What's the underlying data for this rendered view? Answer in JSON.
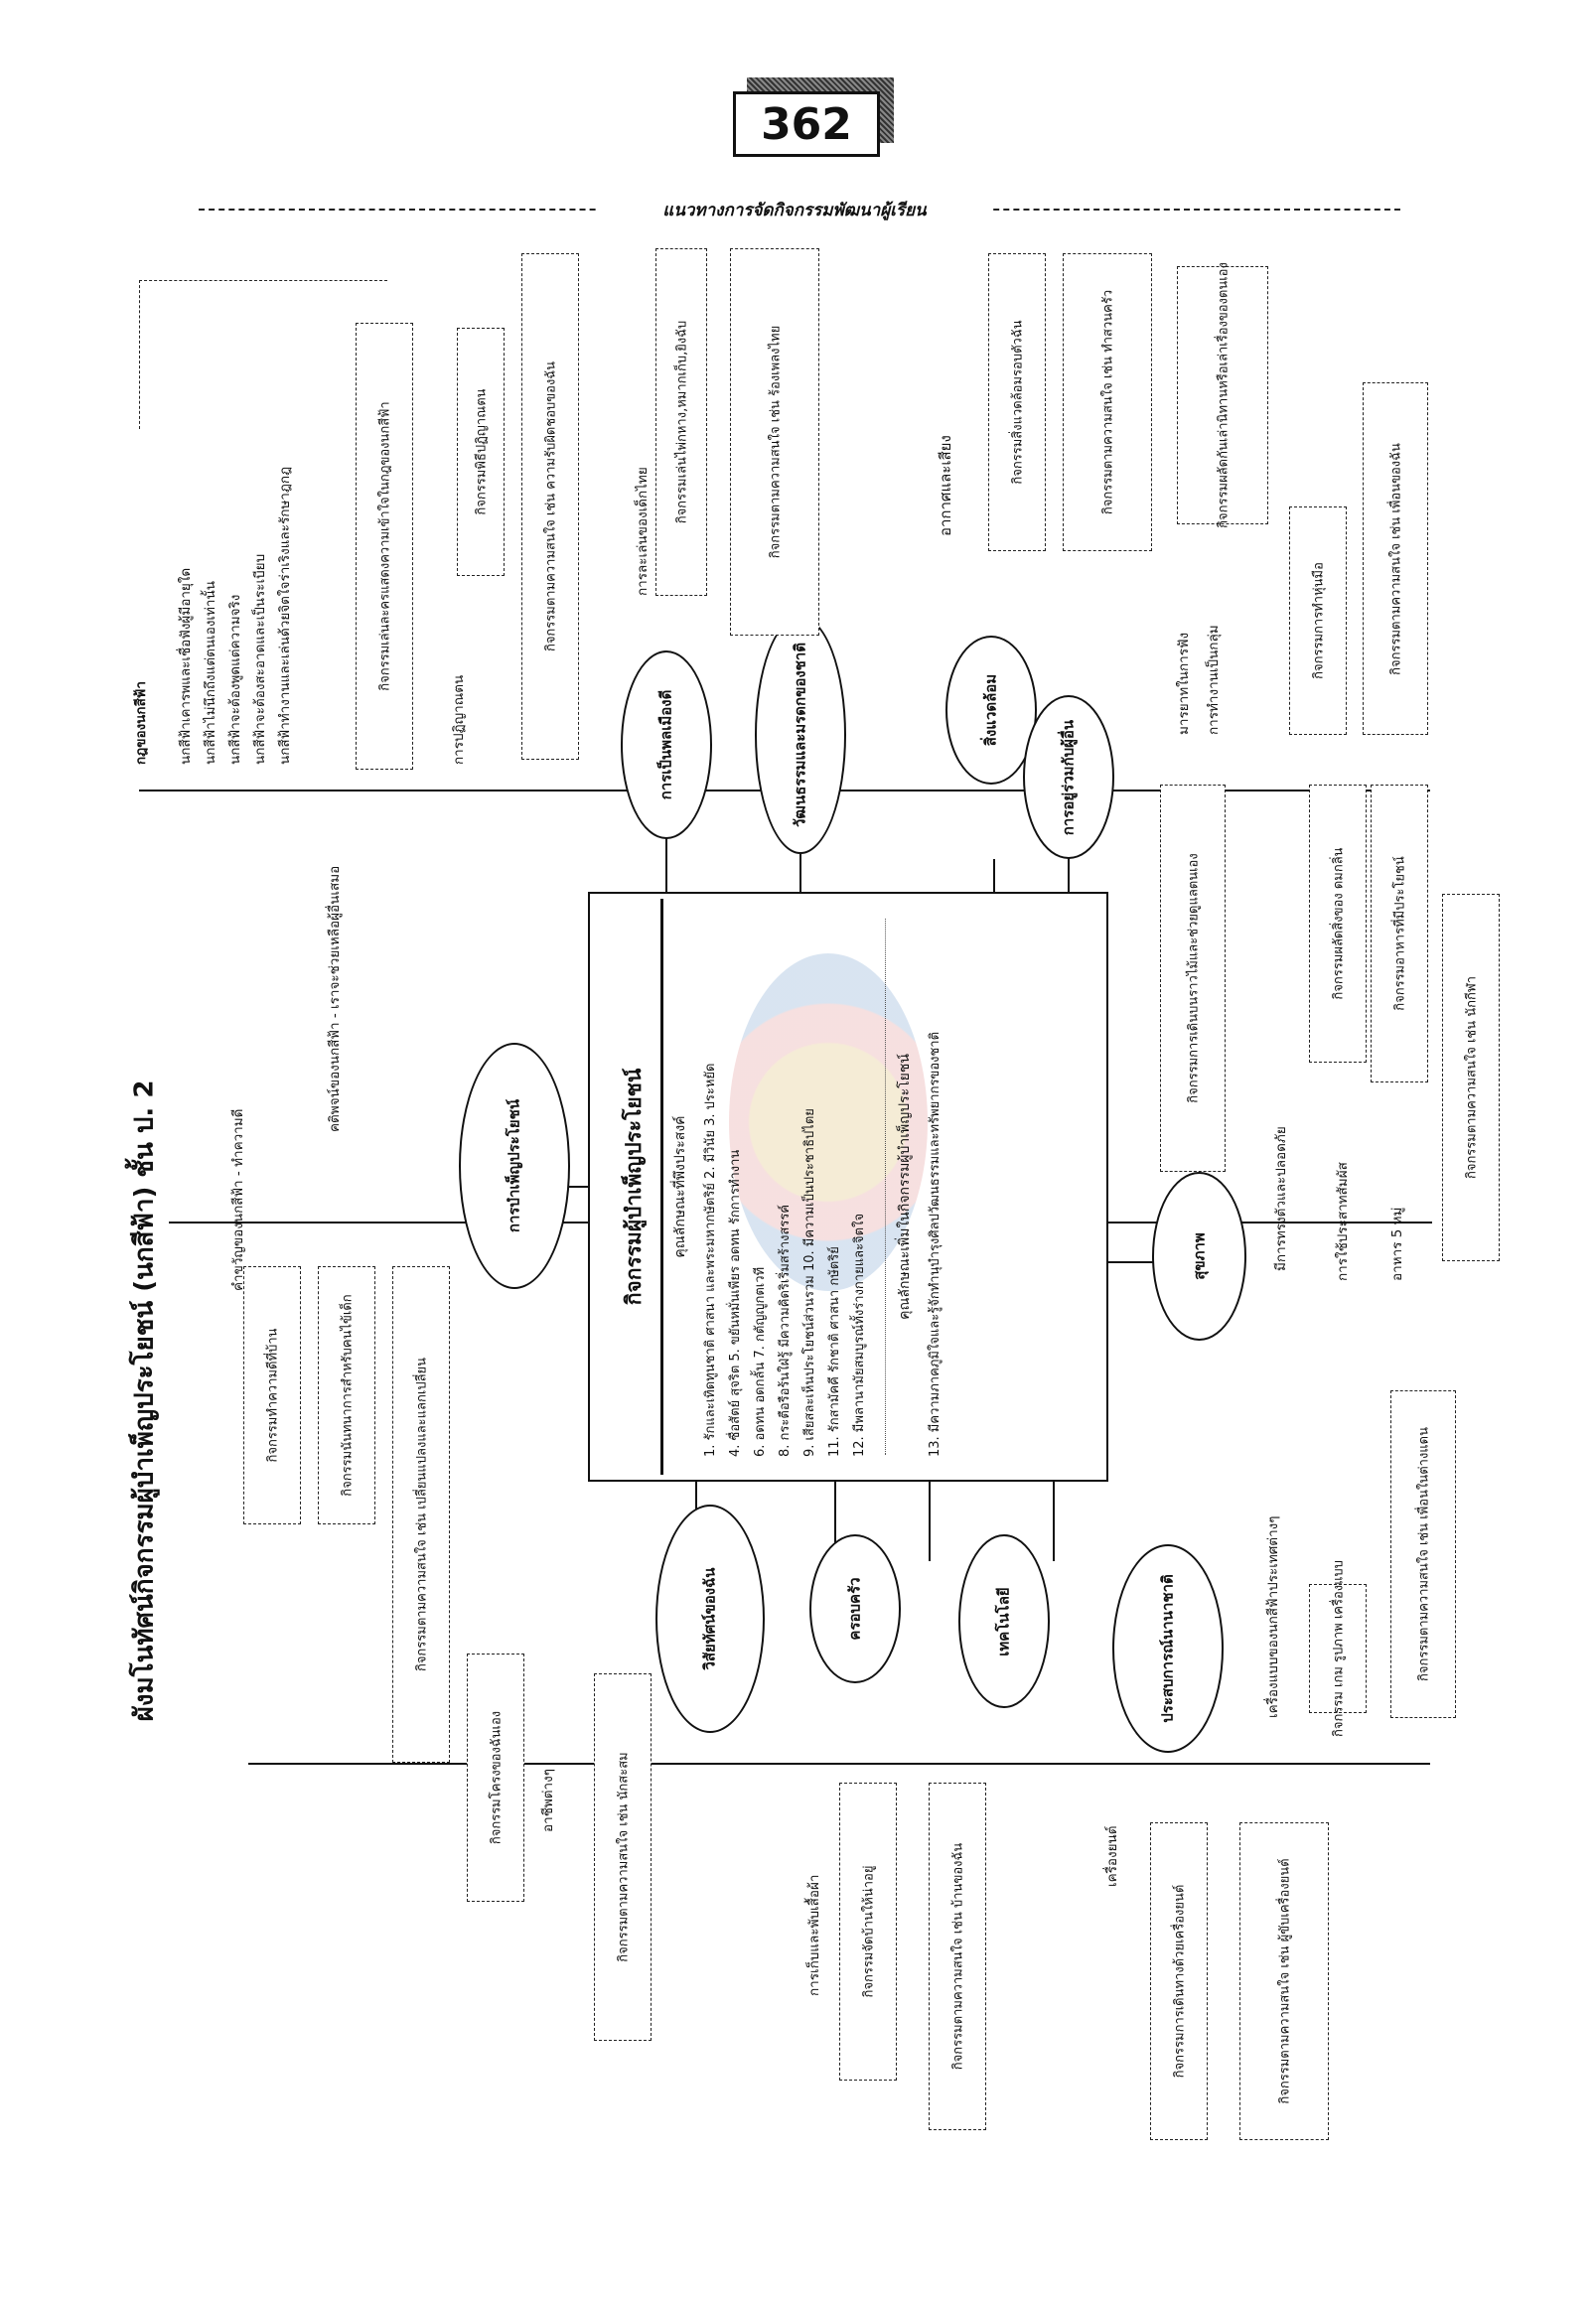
{
  "page_number": "362",
  "header_title": "แนวทางการจัดกิจกรรมพัฒนาผู้เรียน",
  "diagram_title": "ผังมโนทัศน์กิจกรรมผู้บำเพ็ญประโยชน์ (นกสีฟ้า) ชั้น ป. 2",
  "center": {
    "title": "กิจกรรมผู้บำเพ็ญประโยชน์",
    "subtitle1": "คุณลักษณะที่พึงประสงค์",
    "items": [
      "1. รักและเทิดทูนชาติ ศาสนา และพระมหากษัตริย์ 2. มีวินัย 3. ประหยัด",
      "4. ซื่อสัตย์ สุจริต 5. ขยันหมั่นเพียร อดทน รักการทำงาน",
      "6. อดทน อดกลั้น 7. กตัญญูกตเวที",
      "8. กระตือรือร้นใฝ่รู้ มีความคิดริเริ่มสร้างสรรค์",
      "9. เสียสละเห็นประโยชน์ส่วนรวม 10. มีความเป็นประชาธิปไตย",
      "11. รักสามัคคี รักชาติ ศาสนา กษัตริย์",
      "12. มีพลานามัยสมบูรณ์ทั้งร่างกายและจิตใจ"
    ],
    "subtitle2": "คุณลักษณะเพิ่มในกิจกรรมผู้บำเพ็ญประโยชน์",
    "item13": "13. มีความภาคภูมิใจและรู้จักทำนุบำรุงศิลปวัฒนธรรมและทรัพยากรของชาติ"
  },
  "topics": {
    "t1": "การบำเพ็ญประโยชน์",
    "t2": "การเป็นพลเมืองดี",
    "t3": "วัฒนธรรมและมรดกของชาติ",
    "t4": "สิ่งแวดล้อม",
    "t5": "การอยู่ร่วมกับผู้อื่น",
    "t6": "สุขภาพ",
    "t7": "ประสบการณ์นานาชาติ",
    "t8": "เทคโนโลยี",
    "t9": "ครอบครัว",
    "t10": "วิสัยทัศน์ของฉัน"
  },
  "labels": {
    "rules": "กฎของนกสีฟ้า",
    "rule1": "นกสีฟ้าเคารพและเชื่อฟังผู้มีอายุใด",
    "rule2": "นกสีฟ้าไม่นึกถึงแต่ตนเองเท่านั้น",
    "rule3": "นกสีฟ้าจะต้องพูดแต่ความจริง",
    "rule4": "นกสีฟ้าจะต้องสะอาดและเป็นระเบียบ",
    "rule5": "นกสีฟ้าทำงานและเล่นด้วยจิตใจร่าเริงและรักษาฎกฎ",
    "promise": "การปฏิญาณตน",
    "motto": "คำขวัญของนกสีฟ้า - ทำความดี",
    "principle": "คติพจน์ของนกสีฟ้า - เราจะช่วยเหลือผู้อื่นเสมอ",
    "children_play": "การละเล่นของเด็กไทย",
    "air_sound": "อากาศและเสียง",
    "listen": "มารยาทในการฟัง",
    "group": "การทำงานเป็นกลุ่ม",
    "accident": "มีการทรงตัวและปลอดภัย",
    "consumer": "การใช้ประสาทสัมผัส",
    "food5": "อาหาร 5 หมู่",
    "intl_instrument": "เครื่องแบบของนกสีฟ้าประเทศต่างๆ",
    "career": "อาชีพต่างๆ",
    "home_care": "การเก็บและพับเสื้อผ้า",
    "engine": "เครื่องยนต์"
  },
  "boxes": {
    "b_rules_act": "กิจกรรมเล่นละครแสดงความเข้าใจในกฎของนกสีฟ้า",
    "b_promise_act": "กิจกรรมพิธีปฏิญาณตน",
    "b_promise_int": "กิจกรรมตามความสนใจ เช่น ความรับผิดชอบของฉัน",
    "b_play1": "กิจกรรมเล่นไพ่กหาง,หมากเก็บ,ยิงฉับ",
    "b_play2": "กิจกรรมตามความสนใจ เช่น ร้องเพลงไทย",
    "b_env1": "กิจกรรมสิ่งแวดล้อมรอบตัวฉัน",
    "b_env2": "กิจกรรมตามความสนใจ เช่น ทำสวนครัว",
    "b_group1": "กิจกรรมผลัดกันเล่านิทานหรือเล่าเรื่องของตนเอง",
    "b_group2": "กิจกรรมการทำหุ่นมือ",
    "b_group3": "กิจกรรมตามความสนใจ เช่น เพื่อนของฉัน",
    "b_health1": "กิจกรรมการเดินบนราวไม้และช่วยดูแลตนเอง",
    "b_health2": "กิจกรรมผลัดสิ่งของ ดมกลิ่น",
    "b_health3": "กิจกรรมอาหารที่มีประโยชน์",
    "b_health4": "กิจกรรมตามความสนใจ เช่น นักกีฬา",
    "b_intl1": "กิจกรรม เกม รูปภาพ เครื่องแบบ",
    "b_intl2": "กิจกรรมตามความสนใจ เช่น เพื่อนในต่างแดน",
    "b_serve1": "กิจกรรมทำความดีที่บ้าน",
    "b_serve2": "กิจกรรมนันทนาการสำหรับคนไข้เด็ก",
    "b_serve3": "กิจกรรมตามความสนใจ เช่น เปลี่ยนแปลงและแลกเปลี่ยน",
    "b_vision1": "กิจกรรมโครงของฉันเอง",
    "b_vision2": "กิจกรรมตามความสนใจ เช่น นักสะสม",
    "b_family1": "กิจกรรมจัดบ้านให้น่าอยู่",
    "b_family2": "กิจกรรมตามความสนใจ เช่น บ้านของฉัน",
    "b_tech1": "กิจกรรมการเดินทางด้วยเครื่องยนต์",
    "b_tech2": "กิจกรรมตามความสนใจ เช่น ผู้ขับเครื่องยนต์"
  }
}
